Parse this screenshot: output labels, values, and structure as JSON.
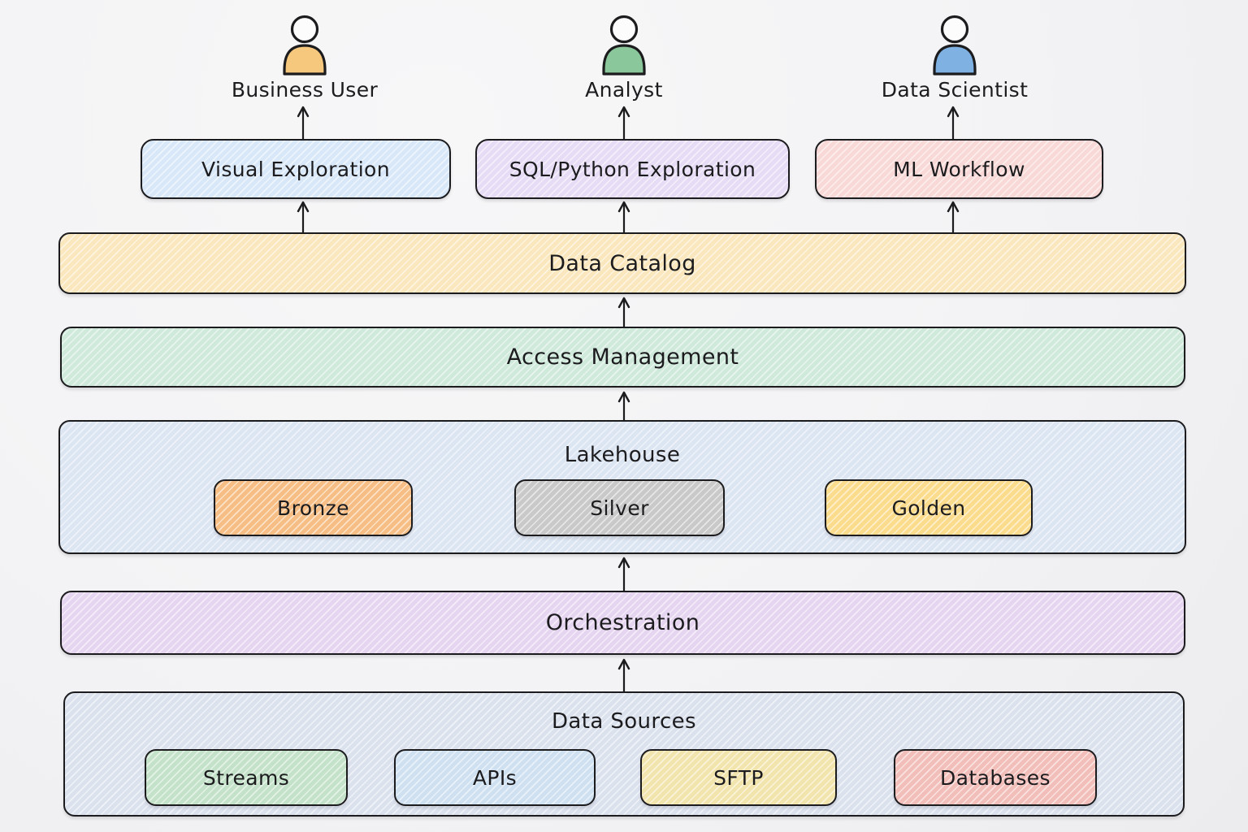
{
  "ink_color": "#1c1c1f",
  "background_color": "#f4f4f6",
  "users": [
    {
      "name": "Business User",
      "fill": "#f6c87d"
    },
    {
      "name": "Analyst",
      "fill": "#8ac79a"
    },
    {
      "name": "Data Scientist",
      "fill": "#7fb1e2"
    }
  ],
  "top_boxes": [
    {
      "label": "Visual Exploration",
      "fill": "#d9e8f9"
    },
    {
      "label": "SQL/Python Exploration",
      "fill": "#e7dcf5"
    },
    {
      "label": "ML Workflow",
      "fill": "#f9d9d7"
    }
  ],
  "layers": {
    "data_catalog": {
      "label": "Data Catalog",
      "fill": "#fae7bd"
    },
    "access_management": {
      "label": "Access Management",
      "fill": "#cfe9db"
    },
    "lakehouse": {
      "label": "Lakehouse",
      "fill": "#dce5f2",
      "stages": [
        {
          "label": "Bronze",
          "fill": "#f6be85"
        },
        {
          "label": "Silver",
          "fill": "#c9c9c9"
        },
        {
          "label": "Golden",
          "fill": "#fbdc8d"
        }
      ]
    },
    "orchestration": {
      "label": "Orchestration",
      "fill": "#e6d5f0"
    },
    "data_sources": {
      "label": "Data Sources",
      "fill": "#dbe2ee",
      "sources": [
        {
          "label": "Streams",
          "fill": "#c4e2c9"
        },
        {
          "label": "APIs",
          "fill": "#cfe0f1"
        },
        {
          "label": "SFTP",
          "fill": "#f2e4ad"
        },
        {
          "label": "Databases",
          "fill": "#f2beba"
        }
      ]
    }
  }
}
